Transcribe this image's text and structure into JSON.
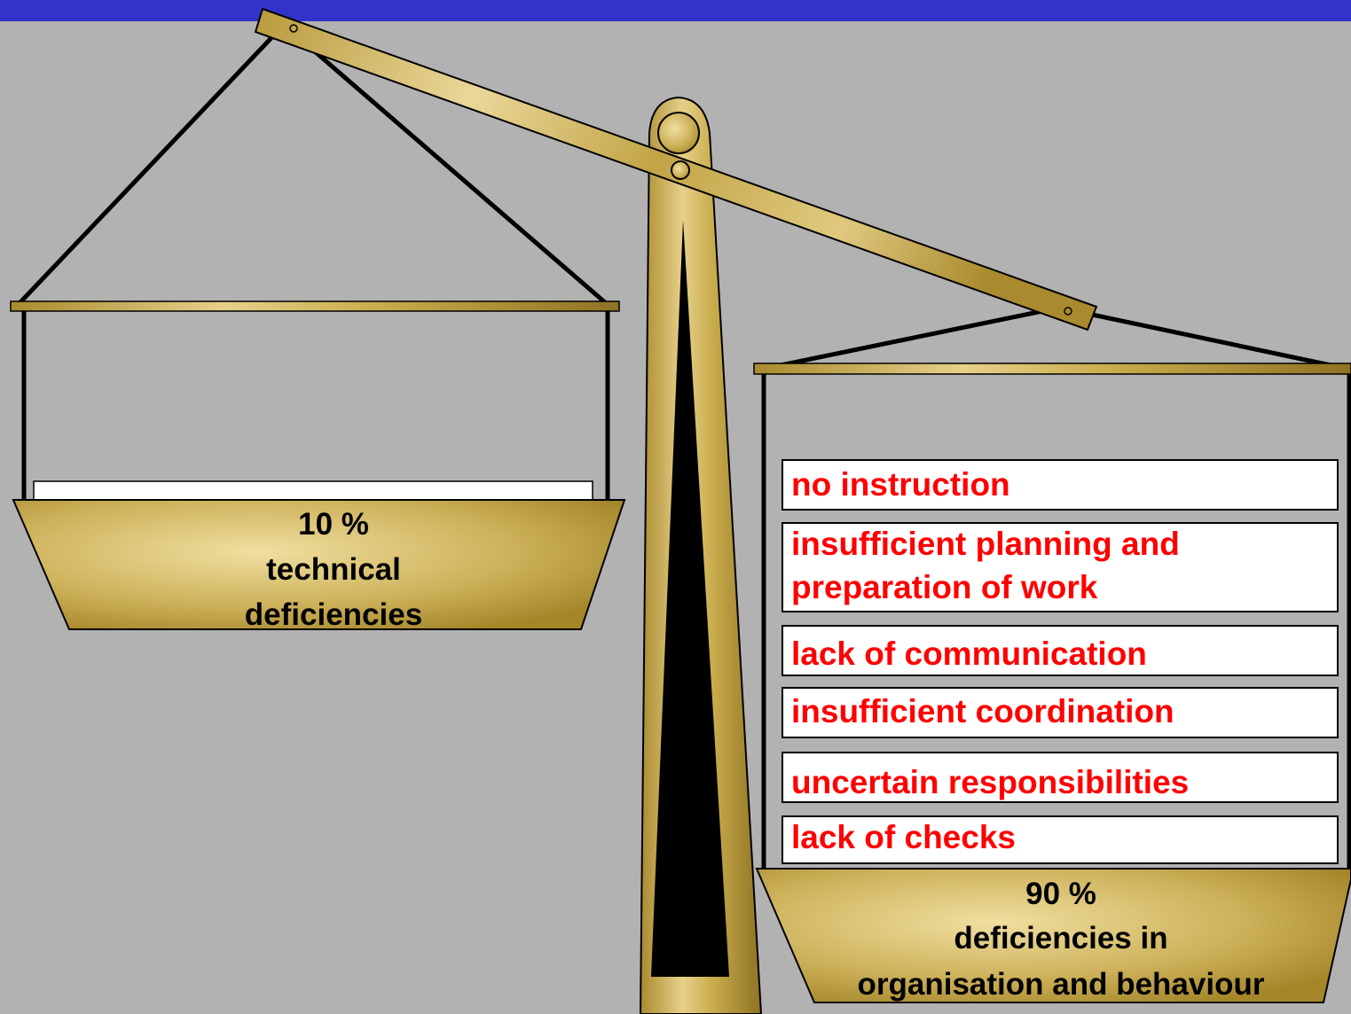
{
  "colors": {
    "background": "#b2b2b2",
    "top_bar": "#3333cc",
    "brass": "#c9ac4c",
    "deficiency_text": "#ff0000"
  },
  "left_pan": {
    "percent": "10 %",
    "line1": "technical",
    "line2": "deficiencies"
  },
  "right_pan": {
    "percent": "90 %",
    "line1": "deficiencies in",
    "line2": "organisation and behaviour"
  },
  "deficiencies": [
    "no instruction",
    "insufficient planning and",
    "preparation of work",
    "lack of communication",
    "insufficient coordination",
    "uncertain responsibilities",
    "lack of checks"
  ]
}
